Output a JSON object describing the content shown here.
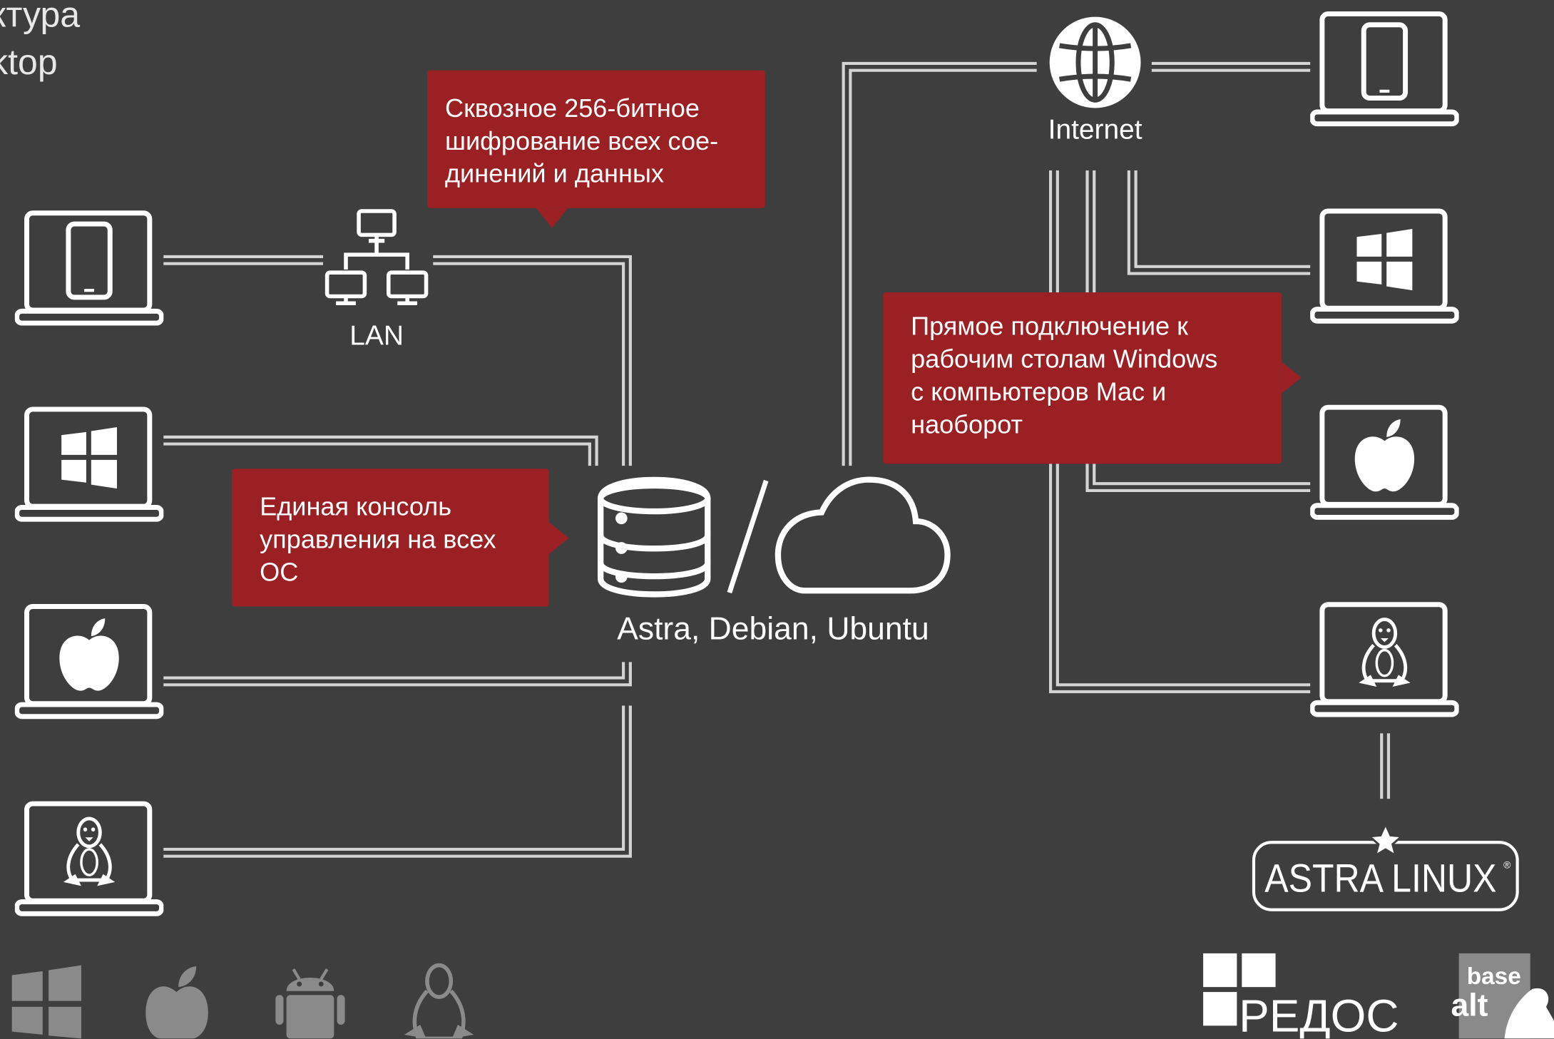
{
  "title": {
    "line1": "ктура",
    "line2": "ktop"
  },
  "callouts": {
    "encryption": [
      "Сквозное 256-битное",
      "шифрование всех сое-",
      "динений и данных"
    ],
    "console": [
      "Единая консоль",
      "управления на всех",
      "ОС"
    ],
    "direct": [
      "Прямое подключение к",
      "рабочим столам Windows",
      "с компьютеров Mac и",
      "наоборот"
    ]
  },
  "labels": {
    "lan": "LAN",
    "internet": "Internet",
    "server": "Astra, Debian, Ubuntu"
  },
  "left_devices": [
    "mobile",
    "windows",
    "apple",
    "linux"
  ],
  "right_devices": [
    "mobile",
    "windows",
    "apple",
    "linux"
  ],
  "bottom_os_icons": [
    "windows",
    "apple",
    "android",
    "linux"
  ],
  "logos": {
    "astra": "ASTRA LINUX",
    "astra_mark": "®",
    "redos": "РЕДОС",
    "basealt_top": "base",
    "basealt_bottom": "alt"
  },
  "colors": {
    "background": "#3e3e3e",
    "callout": "#9b2024",
    "line": "#d4d4d4",
    "icon": "#ffffff",
    "muted_icon": "#8a8a8a"
  }
}
